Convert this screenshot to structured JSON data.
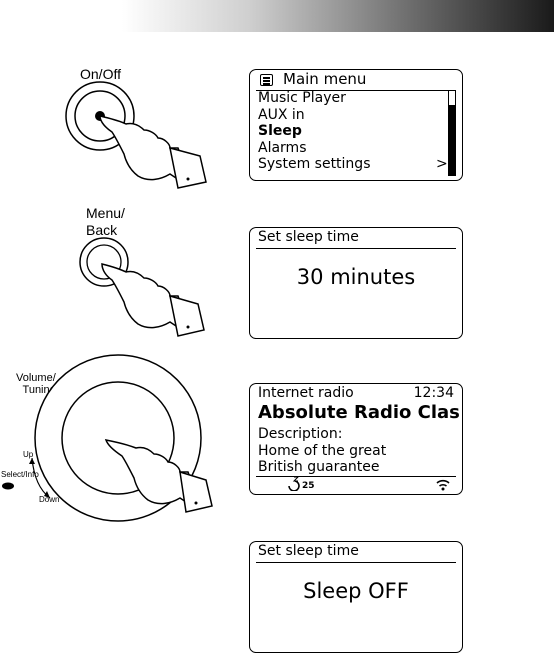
{
  "step1": {
    "button_label": "On/Off",
    "screen": {
      "title": "Main menu",
      "title_icon": "menu-list-icon",
      "items": [
        "Music Player",
        "AUX in",
        "Sleep",
        "Alarms",
        "System settings"
      ],
      "selected_item": "Sleep",
      "more_indicator": ">"
    }
  },
  "step2": {
    "button_label": "Menu/\nBack",
    "screen": {
      "title": "Set sleep time",
      "value": "30 minutes"
    }
  },
  "step3": {
    "knob_label": "Volume/\nTuning",
    "knob_up": "Up",
    "knob_select": "Select/Info",
    "knob_down": "Down",
    "screen": {
      "mode": "Internet radio",
      "time": "12:34",
      "station": "Absolute Radio Clas",
      "desc_label": "Description:",
      "desc_line1": "Home of the great",
      "desc_line2": "British guarantee",
      "sleep_minutes": "25",
      "status_icons": [
        "sleep-timer-icon",
        "wifi-signal-icon"
      ]
    }
  },
  "step4": {
    "screen": {
      "title": "Set sleep time",
      "value": "Sleep OFF"
    }
  }
}
